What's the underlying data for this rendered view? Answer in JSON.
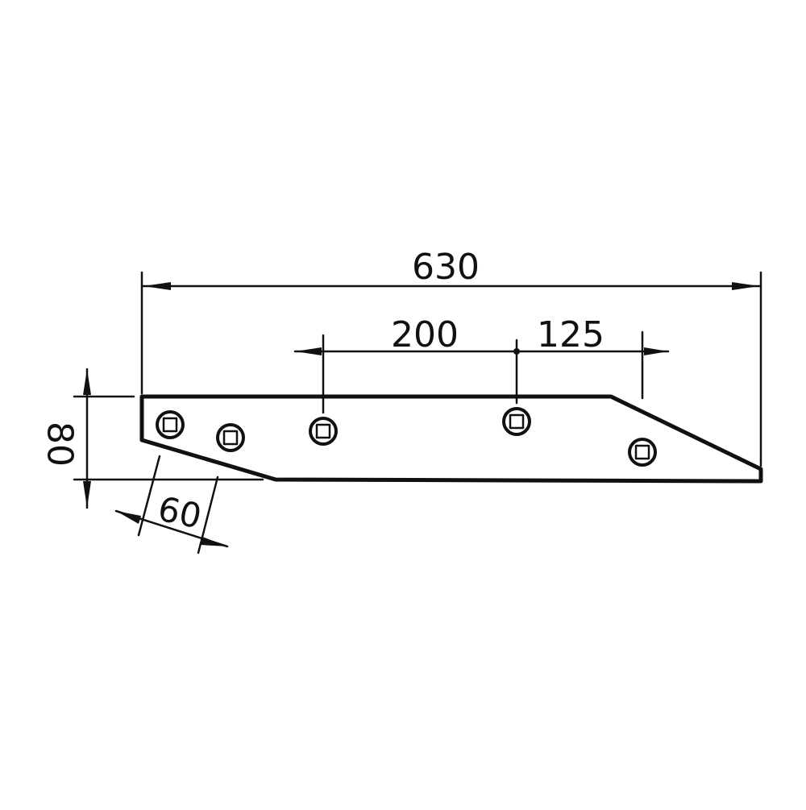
{
  "drawing": {
    "ink_color": "#111111",
    "paper_color": "#ffffff",
    "dimensions": {
      "overall_length": "630",
      "hole_spacing_a": "200",
      "hole_spacing_b": "125",
      "height": "80",
      "toe_width": "60"
    },
    "hole_count": 5
  }
}
